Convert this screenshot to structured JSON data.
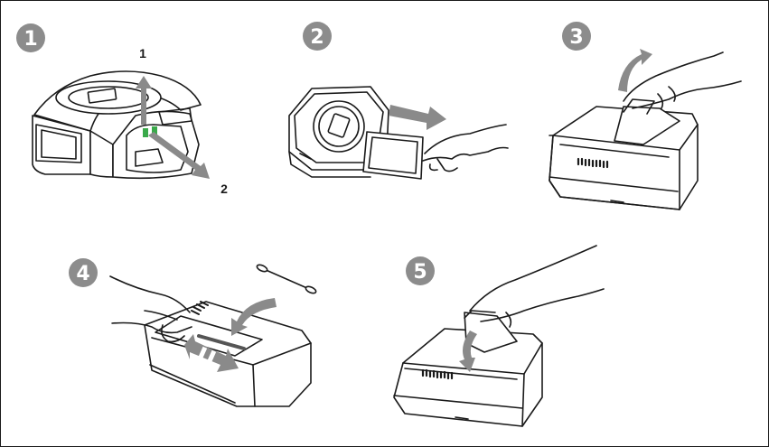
{
  "steps": [
    {
      "number": "1",
      "callouts": [
        "1",
        "2"
      ]
    },
    {
      "number": "2"
    },
    {
      "number": "3"
    },
    {
      "number": "4"
    },
    {
      "number": "5"
    }
  ],
  "colors": {
    "badge": "#8c8c8c",
    "arrow": "#8a8a8a",
    "line": "#1a1a1a",
    "accent": "#3aa94a"
  }
}
